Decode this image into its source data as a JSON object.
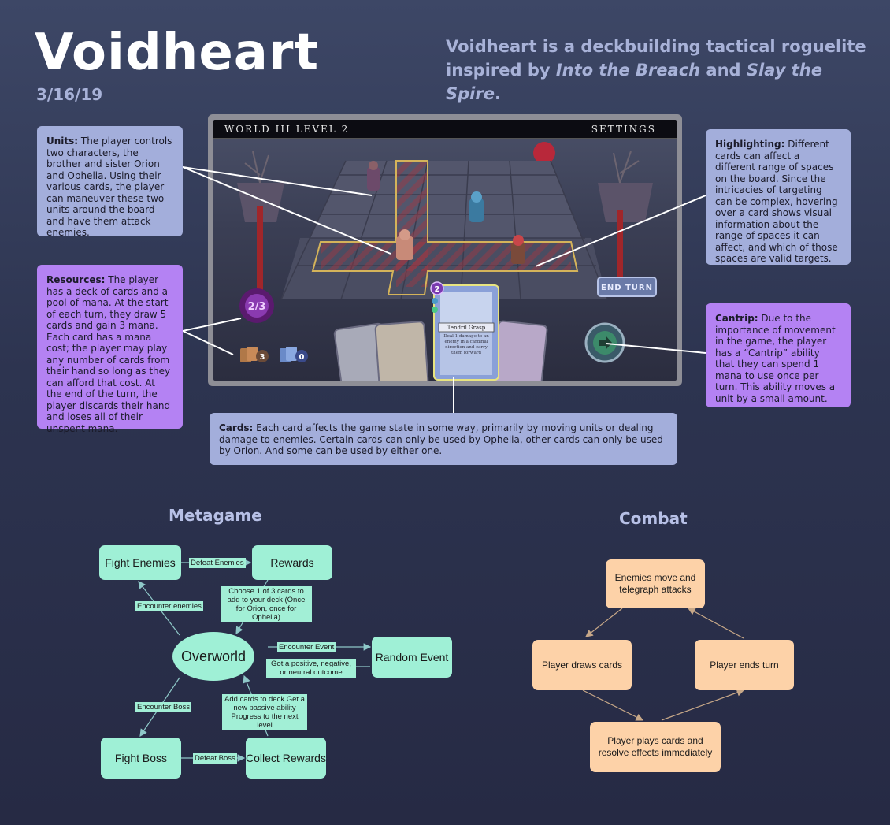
{
  "header": {
    "title": "Voidheart",
    "date": "3/16/19",
    "tagline_pre": "Voidheart is a deckbuilding tactical roguelite inspired by ",
    "tagline_game1": "Into the Breach",
    "tagline_and": " and ",
    "tagline_game2": "Slay the Spire",
    "tagline_end": "."
  },
  "screenshot": {
    "world_label": "WORLD III  LEVEL 2",
    "settings_label": "SETTINGS",
    "mana_display": "2/3",
    "deck_count": "3",
    "discard_count": "0",
    "end_turn_label": "END TURN",
    "card_cost": "2",
    "card_name": "Tendril Grasp",
    "card_text": "Deal 1 damage to an enemy in a cardinal direction and carry them forward"
  },
  "notes": {
    "units_title": "Units:",
    "units_text": " The player controls two characters, the brother and sister Orion and Ophelia. Using their various cards, the player can maneuver these two units around the board and have them attack enemies.",
    "resources_title": "Resources:",
    "resources_text": " The player has a deck of cards and a pool of mana. At the start of each turn, they draw 5 cards and gain 3 mana. Each card has a mana cost; the player may play any number of cards from their hand so long as they can afford that cost. At the end of the turn, the player discards their hand and loses all of their unspent mana.",
    "highlighting_title": "Highlighting:",
    "highlighting_text": " Different cards can affect a different range of spaces on the board. Since the intricacies of targeting can be complex, hovering over a card shows visual information about the range of spaces it can affect, and which of those spaces are valid targets.",
    "cantrip_title": "Cantrip:",
    "cantrip_text": " Due to the importance of movement in the game, the player has a “Cantrip” ability that they can spend 1 mana to use once per turn. This ability moves a unit by a small amount.",
    "cards_title": "Cards:",
    "cards_text": " Each card affects the game state in some way, primarily by moving units or dealing damage to enemies. Certain cards can only be used by Ophelia, other cards can only be used by Orion. And some can be used by either one."
  },
  "metagame": {
    "heading": "Metagame",
    "nodes": {
      "fight_enemies": "Fight Enemies",
      "rewards": "Rewards",
      "overworld": "Overworld",
      "random_event": "Random Event",
      "fight_boss": "Fight Boss",
      "collect_rewards": "Collect Rewards"
    },
    "edges": {
      "defeat_enemies": "Defeat Enemies",
      "choose_cards": "Choose 1 of 3 cards to add to your deck (Once for Orion, once for Ophelia)",
      "encounter_enemies": "Encounter enemies",
      "encounter_event": "Encounter Event",
      "event_outcome": "Got a positive, negative, or neutral outcome",
      "encounter_boss": "Encounter Boss",
      "boss_rewards": "Add cards to deck Get a new passive ability Progress to the next level",
      "defeat_boss": "Defeat Boss"
    }
  },
  "combat": {
    "heading": "Combat",
    "nodes": {
      "enemies_move": "Enemies move and telegraph attacks",
      "player_draws": "Player draws cards",
      "player_ends": "Player ends turn",
      "player_plays": "Player plays cards and resolve effects immediately"
    }
  }
}
